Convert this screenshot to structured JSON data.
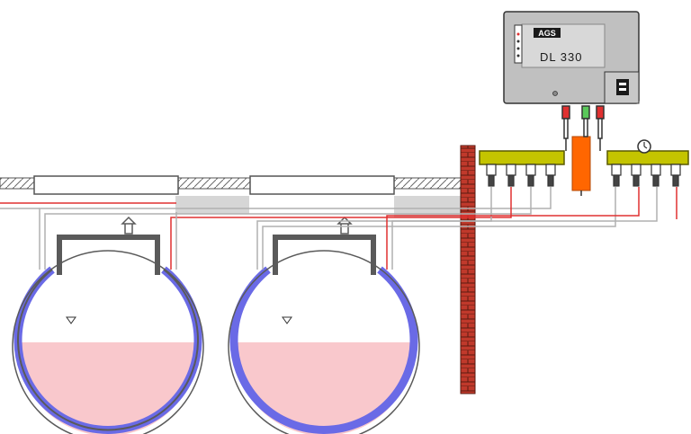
{
  "device": {
    "model": "DL 330",
    "logo": "AGS"
  },
  "tanks": [
    {
      "id": "tank-1",
      "fill_fraction": 0.52
    },
    {
      "id": "tank-2",
      "fill_fraction": 0.52
    }
  ],
  "colors": {
    "liquid": "#f9c8cc",
    "double_wall": "#6a6ae6",
    "tank_outline": "#5a5a5a",
    "device_body": "#c0c0c0",
    "manifold": "#c4c400",
    "sensor_tube": "#ff6600",
    "wall_brick": "#c0392b",
    "line_red": "#e03030",
    "line_gray": "#b0b0b0"
  },
  "icons": [
    "water-level-icon",
    "pressure-gauge-icon",
    "vent-cap-icon"
  ]
}
